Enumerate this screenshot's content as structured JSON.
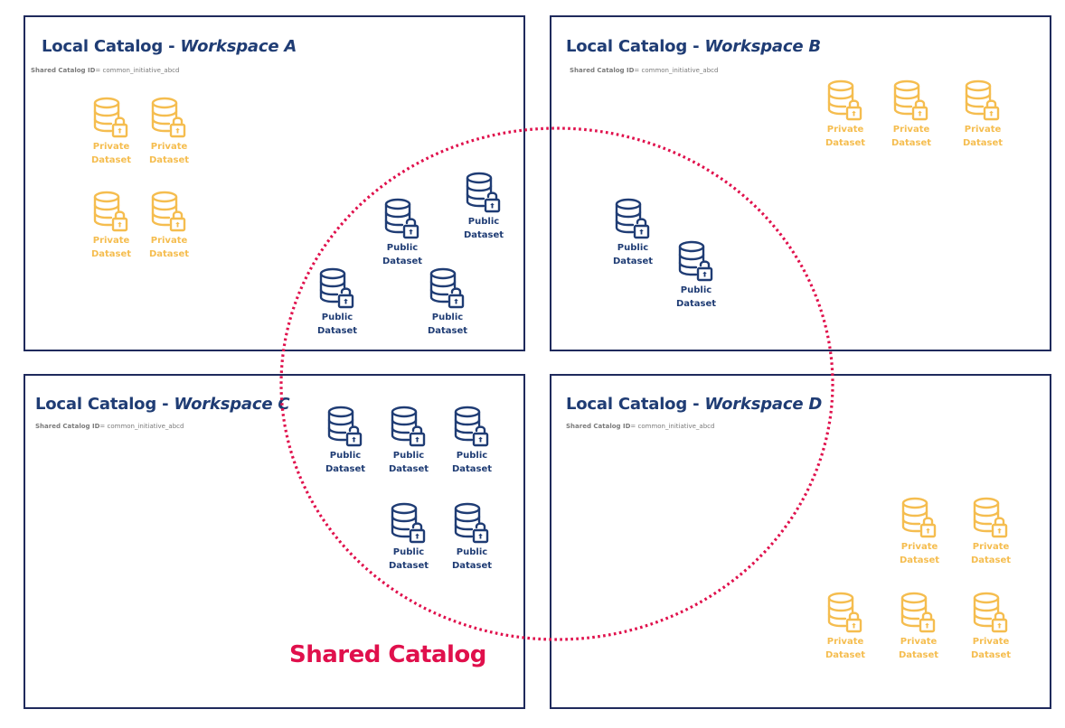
{
  "colors": {
    "box_border": "#1f2a5c",
    "title": "#1f3c74",
    "private": "#f5bd4f",
    "public": "#1f3c74",
    "shared": "#e0104c"
  },
  "workspaces": [
    {
      "id": "a",
      "title_prefix": "Local Catalog - ",
      "title_workspace": "Workspace A",
      "id_label": "Shared Catalog ID",
      "id_value": "= common_initiative_abcd"
    },
    {
      "id": "b",
      "title_prefix": "Local Catalog - ",
      "title_workspace": "Workspace B",
      "id_label": "Shared Catalog ID",
      "id_value": "= common_initiative_abcd"
    },
    {
      "id": "c",
      "title_prefix": "Local Catalog - ",
      "title_workspace": "Workspace C",
      "id_label": "Shared Catalog ID",
      "id_value": "= common_initiative_abcd"
    },
    {
      "id": "d",
      "title_prefix": "Local Catalog - ",
      "title_workspace": "Workspace D",
      "id_label": "Shared Catalog ID",
      "id_value": "= common_initiative_abcd"
    }
  ],
  "labels": {
    "private_line1": "Private",
    "private_line2": "Dataset",
    "public_line1": "Public",
    "public_line2": "Dataset"
  },
  "datasets": {
    "private_count": {
      "a": 4,
      "b": 3,
      "c": 0,
      "d": 5
    },
    "public_count": {
      "a": 4,
      "b": 2,
      "c": 5,
      "d": 0
    }
  },
  "shared_catalog": {
    "label": "Shared Catalog"
  }
}
